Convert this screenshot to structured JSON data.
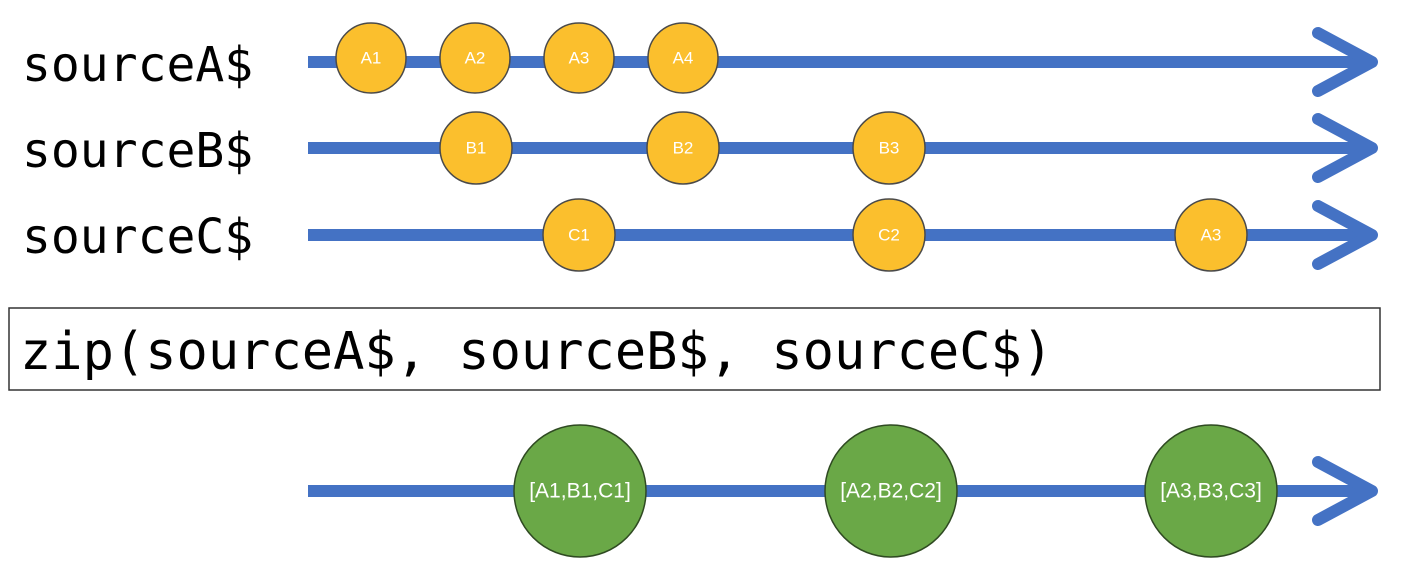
{
  "colors": {
    "line": "#4472c4",
    "source_marble": "#fbbf2d",
    "source_marble_stroke": "#4a4a4a",
    "result_marble": "#6aa847",
    "result_marble_stroke": "#2f4a22",
    "marble_text": "#ffffff",
    "label_text": "#000000",
    "operator_box_stroke": "#333333"
  },
  "streams": [
    {
      "label": "sourceA$",
      "marbles": [
        "A1",
        "A2",
        "A3",
        "A4"
      ]
    },
    {
      "label": "sourceB$",
      "marbles": [
        "B1",
        "B2",
        "B3"
      ]
    },
    {
      "label": "sourceC$",
      "marbles": [
        "C1",
        "C2",
        "A3"
      ]
    }
  ],
  "operator": {
    "text": "zip(sourceA$, sourceB$, sourceC$)"
  },
  "result": {
    "marbles": [
      "[A1,B1,C1]",
      "[A2,B2,C2]",
      "[A3,B3,C3]"
    ]
  }
}
